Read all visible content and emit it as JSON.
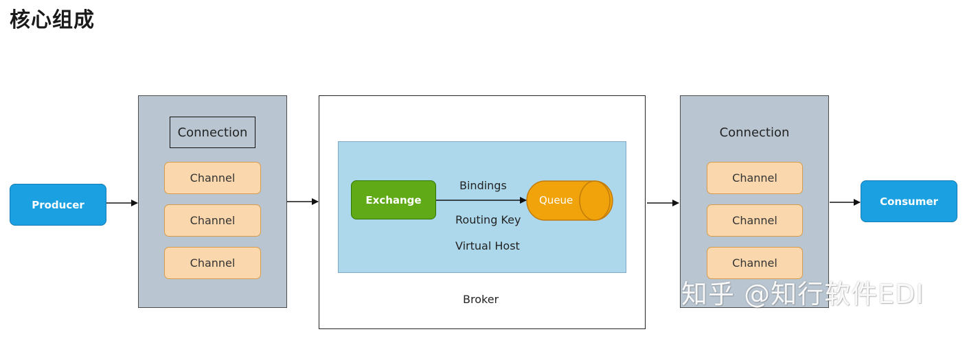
{
  "title": "核心组成",
  "producer": {
    "label": "Producer"
  },
  "consumer": {
    "label": "Consumer"
  },
  "left_connection": {
    "label": "Connection",
    "channels": [
      "Channel",
      "Channel",
      "Channel"
    ]
  },
  "right_connection": {
    "label": "Connection",
    "channels": [
      "Channel",
      "Channel",
      "Channel"
    ]
  },
  "broker": {
    "label": "Broker",
    "exchange": "Exchange",
    "queue": "Queue",
    "bindings": "Bindings",
    "routing_key": "Routing Key",
    "virtual_host": "Virtual Host"
  },
  "watermark": "知乎 @知行软件EDI",
  "colors": {
    "producer_consumer": "#1ba1e2",
    "exchange": "#60a917",
    "queue": "#f0a30a",
    "channel": "#fad7ac",
    "connection_panel": "#b9c6d2",
    "virtual_host_panel": "#add8ec"
  }
}
